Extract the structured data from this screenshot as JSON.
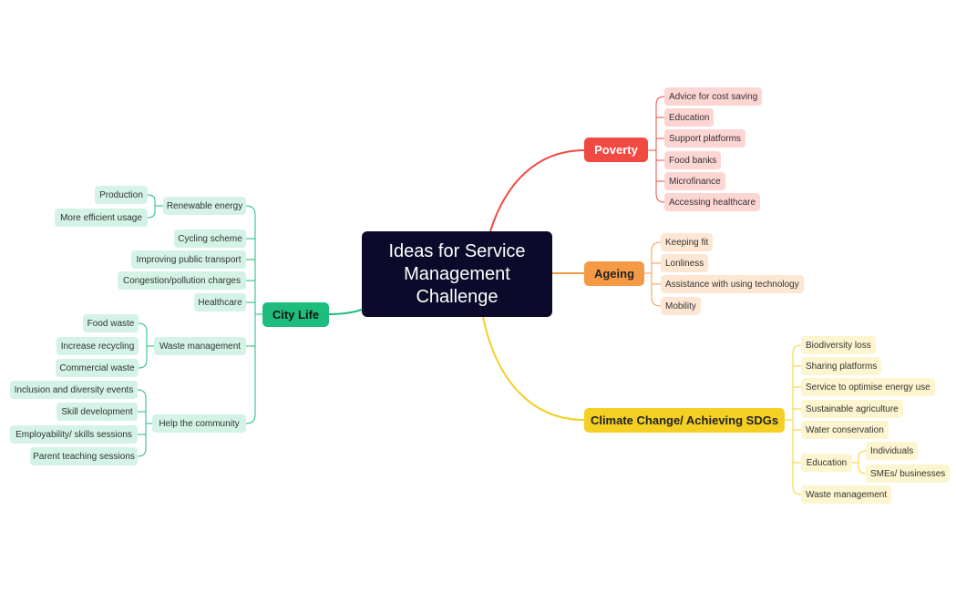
{
  "central": {
    "title": "Ideas for Service Management Challenge"
  },
  "poverty": {
    "label": "Poverty",
    "items": [
      "Advice for cost saving",
      "Education",
      "Support platforms",
      "Food banks",
      "Microfinance",
      "Accessing healthcare"
    ]
  },
  "ageing": {
    "label": "Ageing",
    "items": [
      "Keeping fit",
      "Lonliness",
      "Assistance with using technology",
      "Mobility"
    ]
  },
  "climate": {
    "label": "Climate Change/ Achieving SDGs",
    "items": [
      "Biodiversity loss",
      "Sharing platforms",
      "Service to optimise energy use",
      "Sustainable agriculture",
      "Water conservation",
      "Education",
      "Waste management"
    ],
    "education_items": [
      "Individuals",
      "SMEs/ businesses"
    ]
  },
  "city": {
    "label": "City Life",
    "items": [
      "Renewable energy",
      "Cycling scheme",
      "Improving public transport",
      "Congestion/pollution charges",
      "Healthcare",
      "Waste management",
      "Help the community"
    ],
    "renewable_items": [
      "Production",
      "More efficient usage"
    ],
    "waste_items": [
      "Food waste",
      "Increase recycling",
      "Commercial waste"
    ],
    "community_items": [
      "Inclusion and diversity events",
      "Skill development",
      "Employability/ skills sessions",
      "Parent teaching sessions"
    ]
  },
  "colors": {
    "poverty": "#f04a43",
    "ageing": "#f49a45",
    "climate": "#f4d024",
    "city": "#1ebd7e",
    "central": "#0b0a2b"
  }
}
